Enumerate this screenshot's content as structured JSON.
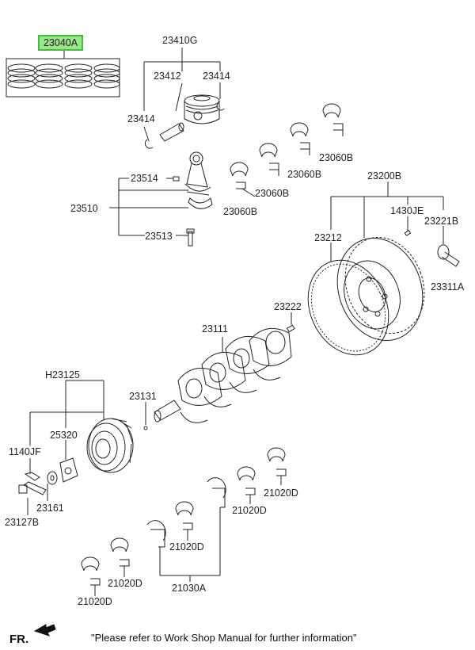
{
  "parts": {
    "p23040A": "23040A",
    "p23410G": "23410G",
    "p23412": "23412",
    "p23414a": "23414",
    "p23414b": "23414",
    "p23060B_1": "23060B",
    "p23060B_2": "23060B",
    "p23060B_3": "23060B",
    "p23060B_4": "23060B",
    "p23514": "23514",
    "p23510": "23510",
    "p23513": "23513",
    "p23200B": "23200B",
    "p1430JE": "1430JE",
    "p23221B": "23221B",
    "p23212": "23212",
    "p23311A": "23311A",
    "p23222": "23222",
    "p23111": "23111",
    "pH23125": "H23125",
    "p23131": "23131",
    "p25320": "25320",
    "p1140JF": "1140JF",
    "p23161": "23161",
    "p23127B": "23127B",
    "p21020D_1": "21020D",
    "p21020D_2": "21020D",
    "p21020D_3": "21020D",
    "p21020D_4": "21020D",
    "p21020D_5": "21020D",
    "p21030A": "21030A"
  },
  "footer": {
    "fr_label": "FR.",
    "note": "\"Please refer to Work Shop Manual for further information\""
  },
  "colors": {
    "highlight_fill": "#9be58a",
    "highlight_border": "#3fbf3a",
    "line": "#222222"
  },
  "icons": {
    "fr_arrow": "arrow-icon"
  }
}
